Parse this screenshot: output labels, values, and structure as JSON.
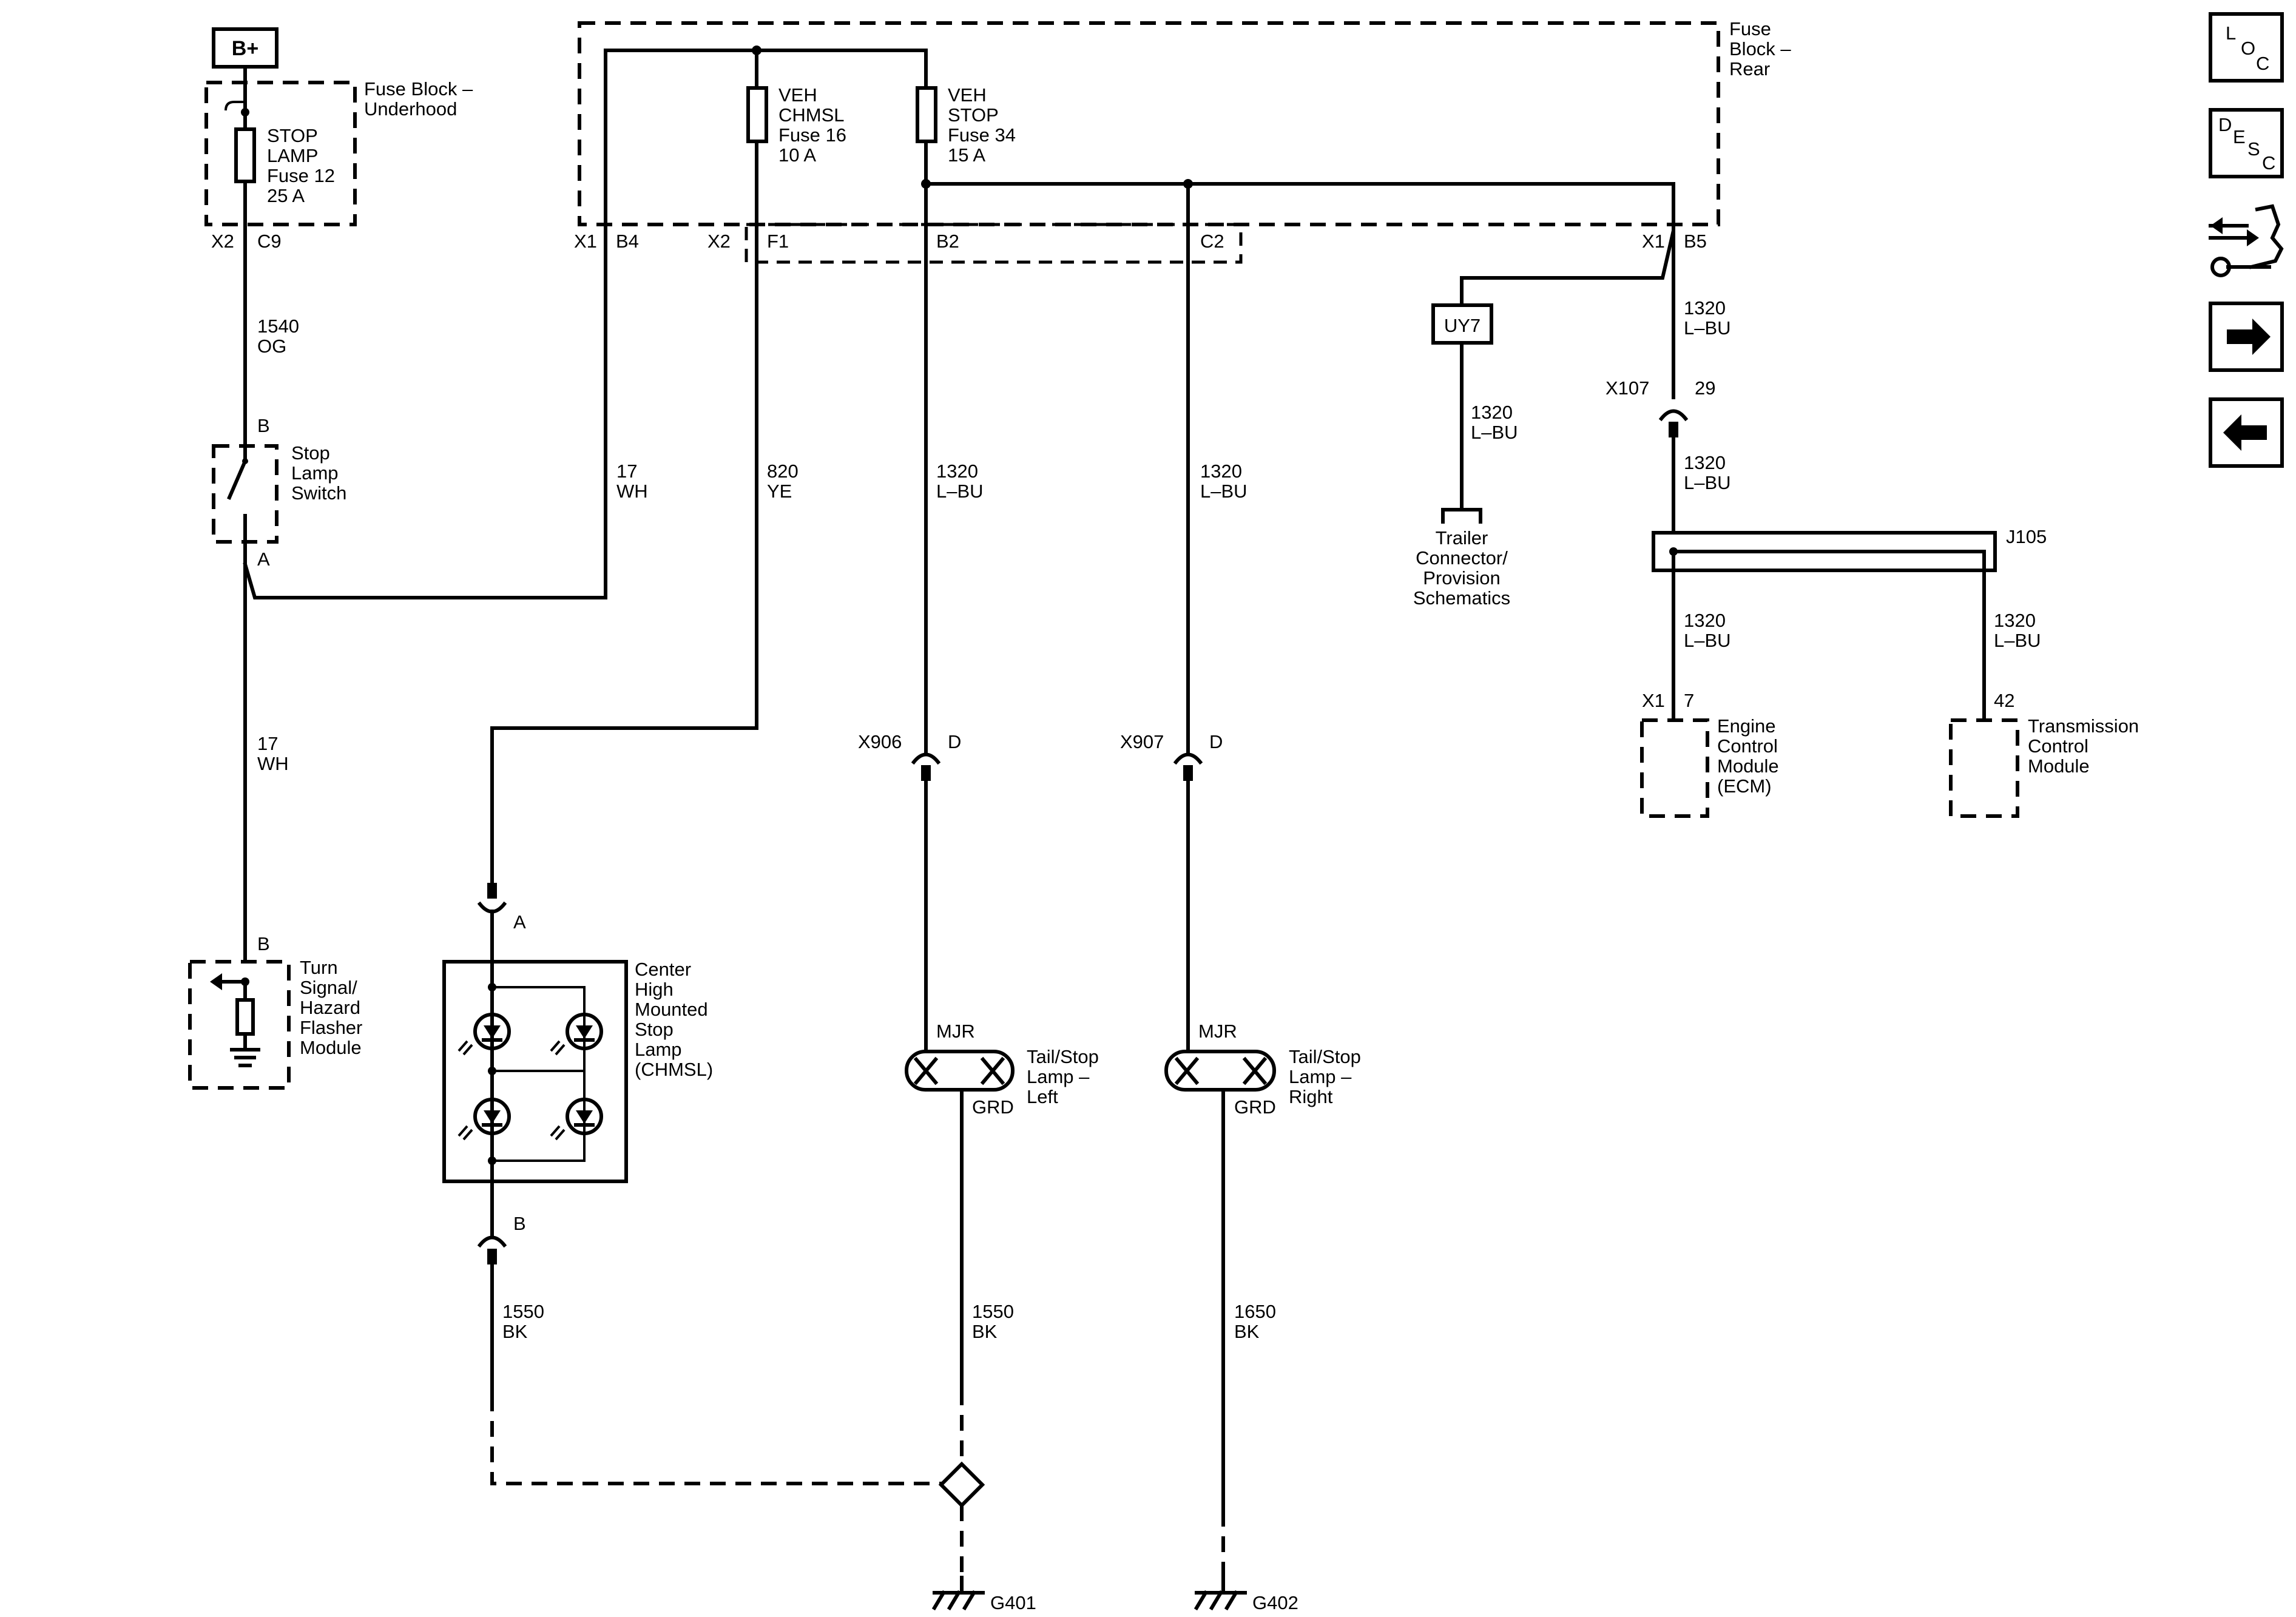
{
  "supply": {
    "battery": "B+"
  },
  "fuse_blocks": {
    "underhood": {
      "name": "Fuse Block –\nUnderhood",
      "connector": "X2",
      "pin": "C9"
    },
    "rear": {
      "name": "Fuse\nBlock –\nRear"
    }
  },
  "fuses": {
    "stop_lamp": "STOP\nLAMP\nFuse 12\n25 A",
    "veh_chmsl": "VEH\nCHMSL\nFuse 16\n10 A",
    "veh_stop": "VEH\nSTOP\nFuse 34\n15 A"
  },
  "pins": {
    "x1": "X1",
    "b4": "B4",
    "x2": "X2",
    "f1": "F1",
    "b2": "B2",
    "c2": "C2",
    "x1b": "X1",
    "b5": "B5",
    "switch_b": "B",
    "switch_a": "A",
    "flasher_b": "B",
    "chmsl_a": "A",
    "chmsl_b": "B",
    "x906": "X906",
    "x906_pin": "D",
    "x907": "X907",
    "x907_pin": "D",
    "x107": "X107",
    "x107_pin": "29",
    "ecm_x1": "X1",
    "ecm_pin": "7",
    "tcm_pin": "42",
    "mjr_left": "MJR",
    "grd_left": "GRD",
    "mjr_right": "MJR",
    "grd_right": "GRD"
  },
  "wires": {
    "w1540": "1540\nOG",
    "w17a": "17\nWH",
    "w17b": "17\nWH",
    "w820": "820\nYE",
    "w1320a": "1320\nL–BU",
    "w1320b": "1320\nL–BU",
    "w1320c": "1320\nL–BU",
    "w1320d": "1320\nL–BU",
    "w1320e": "1320\nL–BU",
    "w1320f": "1320\nL–BU",
    "w1320g": "1320\nL–BU",
    "w1550a": "1550\nBK",
    "w1550b": "1550\nBK",
    "w1650": "1650\nBK"
  },
  "components": {
    "stop_switch": "Stop\nLamp\nSwitch",
    "flasher": "Turn\nSignal/\nHazard\nFlasher\nModule",
    "chmsl": "Center\nHigh\nMounted\nStop\nLamp\n(CHMSL)",
    "tail_left": "Tail/Stop\nLamp –\nLeft",
    "tail_right": "Tail/Stop\nLamp –\nRight",
    "uy7": "UY7",
    "trailer": "Trailer\nConnector/\nProvision\nSchematics",
    "j105": "J105",
    "ecm": "Engine\nControl\nModule\n(ECM)",
    "tcm": "Transmission\nControl\nModule"
  },
  "grounds": {
    "g401": "G401",
    "g402": "G402"
  },
  "nav": {
    "loc": [
      "L",
      "O",
      "C"
    ],
    "desc": [
      "D",
      "E",
      "S",
      "C"
    ]
  }
}
